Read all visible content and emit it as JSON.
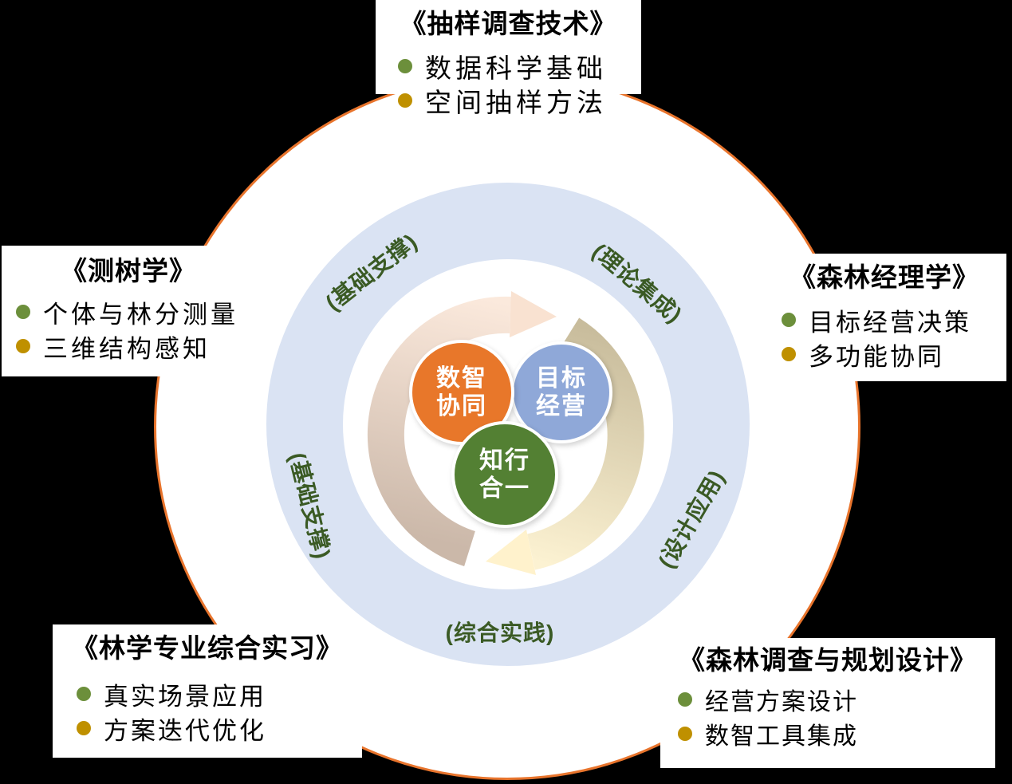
{
  "background_color": "#000000",
  "bullet_colors": {
    "green": "#6C8F3B",
    "gold": "#BF9000"
  },
  "diagram": {
    "outer_circle_border_color": "#E8742C",
    "ring_color": "#DAE3F3",
    "ring_label_color": "#3A5A24",
    "ring_labels": {
      "top_left": "(基础支撑)",
      "top_right": "(理论集成)",
      "left": "(基础支撑)",
      "right": "(设计应用)",
      "bottom": "(综合实践)"
    },
    "center_circles": [
      {
        "id": "orange",
        "color": "#E8772A",
        "lines": [
          "数智",
          "协同"
        ]
      },
      {
        "id": "blue",
        "color": "#8FA8D8",
        "lines": [
          "目标",
          "经营"
        ]
      },
      {
        "id": "green",
        "color": "#538033",
        "lines": [
          "知行",
          "合一"
        ]
      }
    ],
    "arrows": [
      {
        "id": "arrow-1",
        "tail_color": "#CBB8A9",
        "head_color": "#FBE9DC",
        "head_fill": "#F9E2D1"
      },
      {
        "id": "arrow-2",
        "tail_color": "#C8BC9C",
        "head_color": "#FCF2D2",
        "head_fill": "#FFF2CC"
      }
    ]
  },
  "courses": [
    {
      "position": "top",
      "title": "《抽样调查技术》",
      "bullets": [
        {
          "color": "green",
          "text": "数据科学基础"
        },
        {
          "color": "gold",
          "text": "空间抽样方法"
        }
      ]
    },
    {
      "position": "left",
      "title": "《测树学》",
      "bullets": [
        {
          "color": "green",
          "text": "个体与林分测量"
        },
        {
          "color": "gold",
          "text": "三维结构感知"
        }
      ]
    },
    {
      "position": "right",
      "title": "《森林经理学》",
      "bullets": [
        {
          "color": "green",
          "text": "目标经营决策"
        },
        {
          "color": "gold",
          "text": "多功能协同"
        }
      ]
    },
    {
      "position": "bottom-left",
      "title": "《林学专业综合实习》",
      "bullets": [
        {
          "color": "green",
          "text": "真实场景应用"
        },
        {
          "color": "gold",
          "text": "方案迭代优化"
        }
      ]
    },
    {
      "position": "bottom-right",
      "title": "《森林调查与规划设计》",
      "bullets": [
        {
          "color": "green",
          "text": "经营方案设计"
        },
        {
          "color": "gold",
          "text": "数智工具集成"
        }
      ]
    }
  ]
}
